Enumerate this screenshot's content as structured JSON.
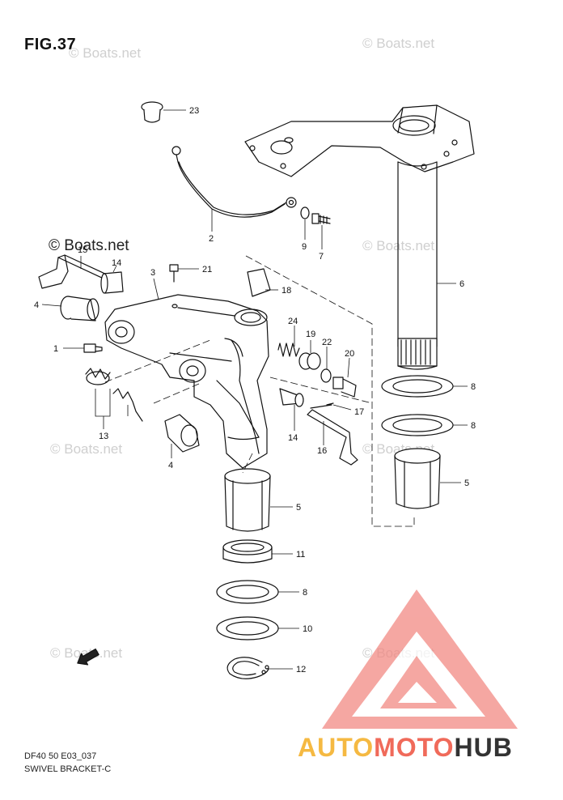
{
  "figure": {
    "title": "FIG.37",
    "model_code": "DF40 50 E03_037",
    "assembly_name": "SWIVEL BRACKET-C"
  },
  "watermarks": {
    "light": "© Boats.net",
    "dark": "© Boats.net"
  },
  "brand": {
    "part1": "AUTO",
    "part2": "MOTO",
    "part3": "HUB",
    "colors": {
      "yellow": "#f5b942",
      "red": "#f06a5a",
      "dark": "#333333"
    }
  },
  "callouts": {
    "c23": "23",
    "c2": "2",
    "c9": "9",
    "c7": "7",
    "c6": "6",
    "c15": "15",
    "c14a": "14",
    "c3": "3",
    "c21": "21",
    "c18": "18",
    "c4a": "4",
    "c1": "1",
    "c24": "24",
    "c19": "19",
    "c22": "22",
    "c20": "20",
    "c17": "17",
    "c14b": "14",
    "c16": "16",
    "c13": "13",
    "c4b": "4",
    "c8a": "8",
    "c8b": "8",
    "c5a": "5",
    "c5b": "5",
    "c11": "11",
    "c8c": "8",
    "c10": "10",
    "c12": "12"
  },
  "direction_icon": "fwd-arrow-icon"
}
